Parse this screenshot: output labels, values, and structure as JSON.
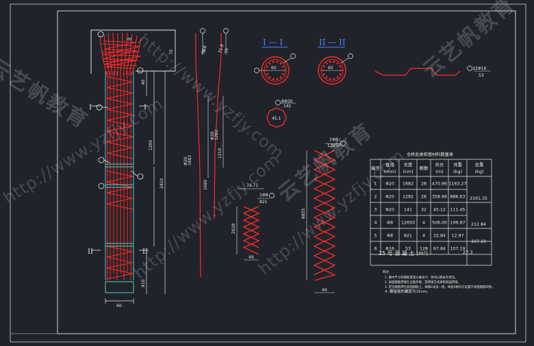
{
  "drawing": {
    "section_labels": {
      "section_1": "I — I",
      "section_2": "II — II",
      "mark_1": "I",
      "mark_2": "II"
    },
    "pile_dims": {
      "top_width": "60",
      "bottom_width": "60",
      "d40": "40",
      "d70": "70",
      "d1200": "1200",
      "d2410": "2410",
      "d810": "810",
      "d60": "60"
    },
    "bar_dims": {
      "b1_70": "70",
      "b1_716": "71.6",
      "b1_len": "1682",
      "b1_d": "Ф20",
      "b2_70": "70",
      "b2_716": "71.6",
      "b2_len": "1282",
      "b2_d": "Ф20",
      "b1_vert": "1682",
      "b2_vert": "1282",
      "b_1680": "1680",
      "b_1210": "1210"
    },
    "hoop": {
      "label_a": "8Ф20",
      "label_b": "141",
      "label_c": "1Ф8",
      "label_d": "12650",
      "label_e": "1Ф8",
      "label_f": "821",
      "w_7471": "74.71",
      "w_49a": "49",
      "w_49b": "49",
      "h_2028": "2028",
      "h_8855": "8855"
    },
    "bar6": {
      "label": "32Ф16",
      "len": "53"
    },
    "section_dims": {
      "s1_d": "60",
      "s2_d": "60",
      "hex": "45.1"
    }
  },
  "table": {
    "title": "全桥此类桩基材料数量表",
    "headers": [
      "编号",
      "直径(mm)",
      "长度(cm)",
      "根数",
      "共长(m)",
      "共重(kg)",
      "总重(kg)"
    ],
    "rows": [
      [
        "1",
        "Φ20",
        "1682",
        "28",
        "470.96",
        "1163.27"
      ],
      [
        "2",
        "Φ20",
        "1282",
        "28",
        "358.96",
        "886.63"
      ],
      [
        "3",
        "Φ20",
        "141",
        "32",
        "45.12",
        "111.45"
      ],
      [
        "4",
        "Φ8",
        "12650",
        "4",
        "506.00",
        "199.87"
      ],
      [
        "5",
        "Φ8",
        "821",
        "4",
        "32.84",
        "12.97"
      ],
      [
        "6",
        "Φ16",
        "53",
        "128",
        "67.84",
        "107.19"
      ]
    ],
    "totals": {
      "t1": "2161.35",
      "t2": "212.84",
      "t3": "107.19"
    },
    "concrete_label": "25 号 混 凝 土 (m³)",
    "concrete_value": "27.3"
  },
  "notes": [
    "附注：",
    "1. 图中尺寸除钢筋直径以毫米计，余均以厘米为单位。",
    "2. 加强钢筋焊接在主筋外侧，其焊接方式采用双面焊接。",
    "3. 定位钢筋焊在加强钢筋上，每隔2米设一组，每组4根均匀设置于加强钢筋四周。",
    "4. 螺旋筋的螺距为15cm。"
  ],
  "watermarks": {
    "cn": "云艺帆教育",
    "url": "http://www.yzfjy.com"
  }
}
